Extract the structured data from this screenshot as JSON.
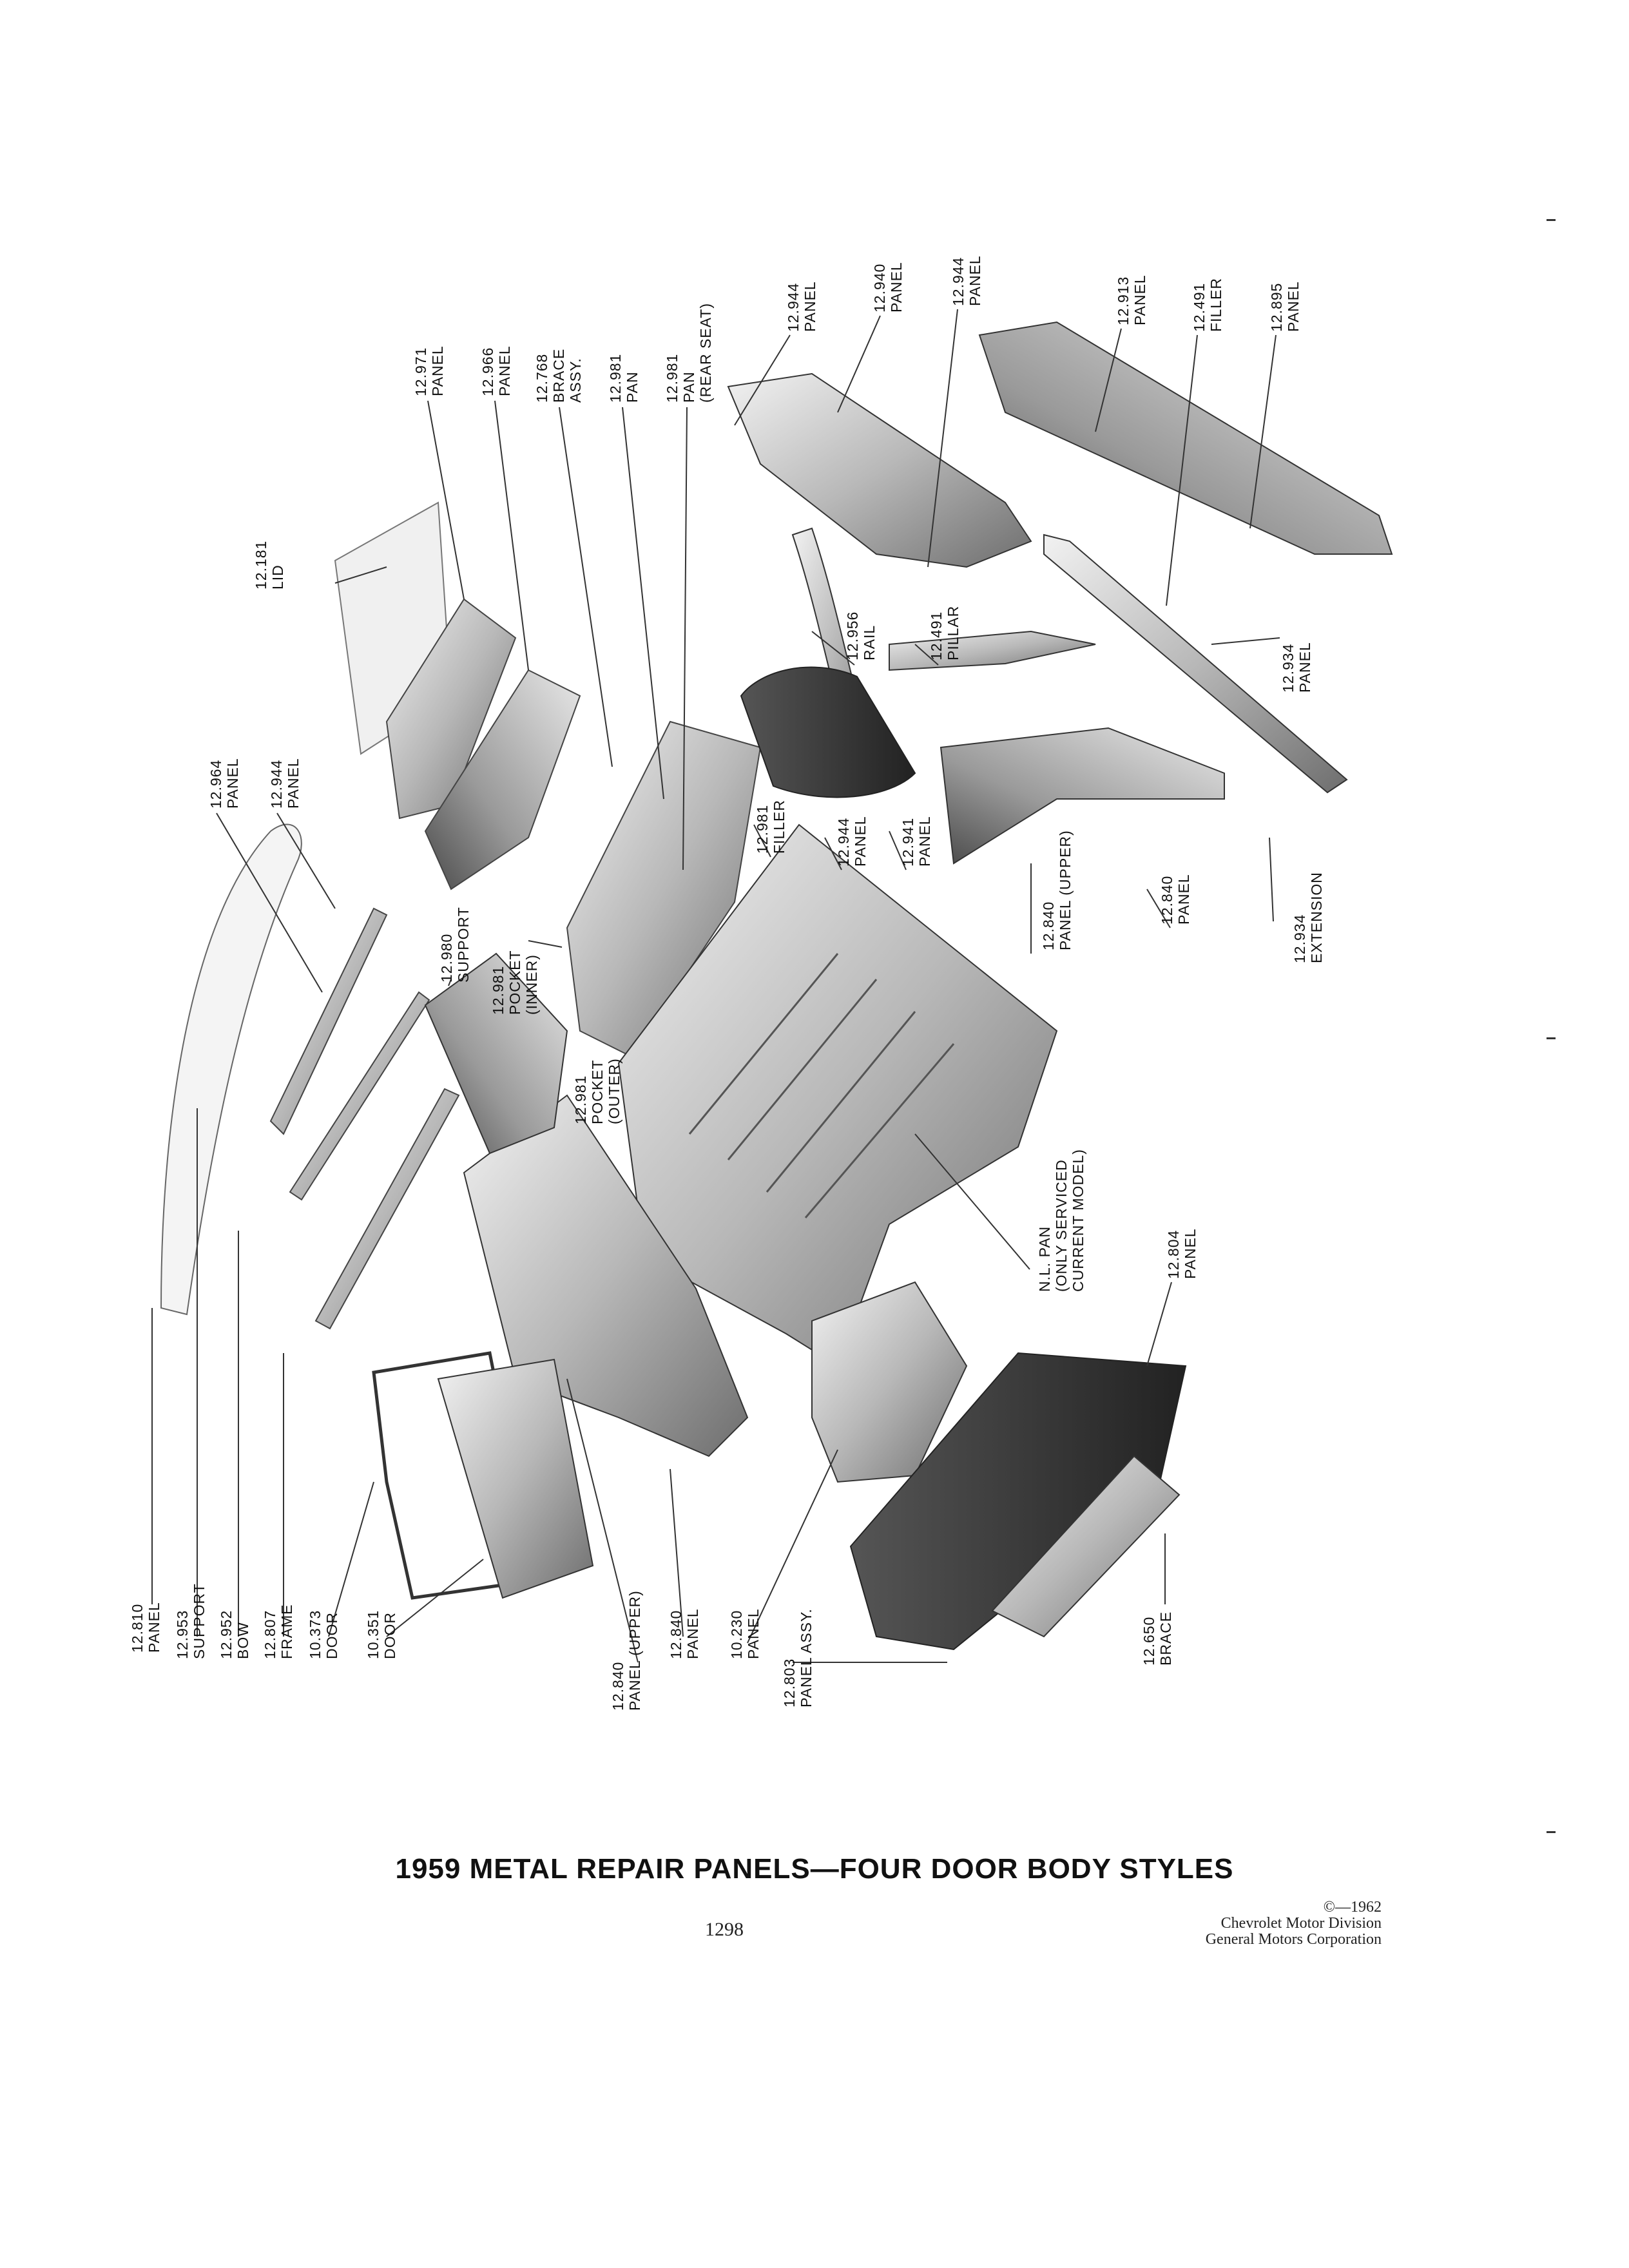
{
  "labels": [
    {
      "id": "lid-12181",
      "number": "12.181",
      "name": "LID"
    },
    {
      "id": "panel-12971",
      "number": "12.971",
      "name": "PANEL"
    },
    {
      "id": "panel-12966",
      "number": "12.966",
      "name": "PANEL"
    },
    {
      "id": "brace-12768",
      "number": "12.768",
      "name": "BRACE",
      "name2": "ASSY."
    },
    {
      "id": "pan-12981",
      "number": "12.981",
      "name": "PAN"
    },
    {
      "id": "pan-rear-seat-12981",
      "number": "12.981",
      "name": "PAN",
      "name2": "(REAR SEAT)"
    },
    {
      "id": "panel-12944-a",
      "number": "12.944",
      "name": "PANEL"
    },
    {
      "id": "panel-12940",
      "number": "12.940",
      "name": "PANEL"
    },
    {
      "id": "panel-12944-b",
      "number": "12.944",
      "name": "PANEL"
    },
    {
      "id": "panel-12913",
      "number": "12.913",
      "name": "PANEL"
    },
    {
      "id": "filler-12491",
      "number": "12.491",
      "name": "FILLER"
    },
    {
      "id": "panel-12895",
      "number": "12.895",
      "name": "PANEL"
    },
    {
      "id": "rail-12956",
      "number": "12.956",
      "name": "RAIL"
    },
    {
      "id": "pillar-12491",
      "number": "12.491",
      "name": "PILLAR"
    },
    {
      "id": "panel-12934",
      "number": "12.934",
      "name": "PANEL"
    },
    {
      "id": "panel-12964",
      "number": "12.964",
      "name": "PANEL"
    },
    {
      "id": "panel-12944-c",
      "number": "12.944",
      "name": "PANEL"
    },
    {
      "id": "filler-12981",
      "number": "12.981",
      "name": "FILLER"
    },
    {
      "id": "panel-12944-d",
      "number": "12.944",
      "name": "PANEL"
    },
    {
      "id": "panel-12941",
      "number": "12.941",
      "name": "PANEL"
    },
    {
      "id": "panel-upper-12840-a",
      "number": "12.840",
      "name": "PANEL (UPPER)"
    },
    {
      "id": "panel-12840-a",
      "number": "12.840",
      "name": "PANEL"
    },
    {
      "id": "extension-12934",
      "number": "12.934",
      "name": "EXTENSION"
    },
    {
      "id": "support-12980",
      "number": "12.980",
      "name": "SUPPORT"
    },
    {
      "id": "pocket-inner-12981",
      "number": "12.981",
      "name": "POCKET",
      "name2": "(INNER)"
    },
    {
      "id": "pocket-outer-12981",
      "number": "12.981",
      "name": "POCKET",
      "name2": "(OUTER)"
    },
    {
      "id": "nl-pan",
      "number": "N.L. PAN",
      "name": "(ONLY SERVICED",
      "name2": "CURRENT MODEL)"
    },
    {
      "id": "panel-12804",
      "number": "12.804",
      "name": "PANEL"
    },
    {
      "id": "panel-12810",
      "number": "12.810",
      "name": "PANEL"
    },
    {
      "id": "support-12953",
      "number": "12.953",
      "name": "SUPPORT"
    },
    {
      "id": "bow-12952",
      "number": "12.952",
      "name": "BOW"
    },
    {
      "id": "frame-12807",
      "number": "12.807",
      "name": "FRAME"
    },
    {
      "id": "door-10373",
      "number": "10.373",
      "name": "DOOR"
    },
    {
      "id": "door-10351",
      "number": "10.351",
      "name": "DOOR"
    },
    {
      "id": "panel-upper-12840-b",
      "number": "12.840",
      "name": "PANEL (UPPER)"
    },
    {
      "id": "panel-12840-b",
      "number": "12.840",
      "name": "PANEL"
    },
    {
      "id": "panel-10230",
      "number": "10.230",
      "name": "PANEL"
    },
    {
      "id": "panel-assy-12803",
      "number": "12.803",
      "name": "PANEL ASSY."
    },
    {
      "id": "brace-12650",
      "number": "12.650",
      "name": "BRACE"
    }
  ],
  "title": "1959 METAL REPAIR PANELS—FOUR DOOR BODY STYLES",
  "page_number": "1298",
  "copyright": {
    "line1": "©—1962",
    "line2": "Chevrolet Motor Division",
    "line3": "General Motors Corporation"
  }
}
